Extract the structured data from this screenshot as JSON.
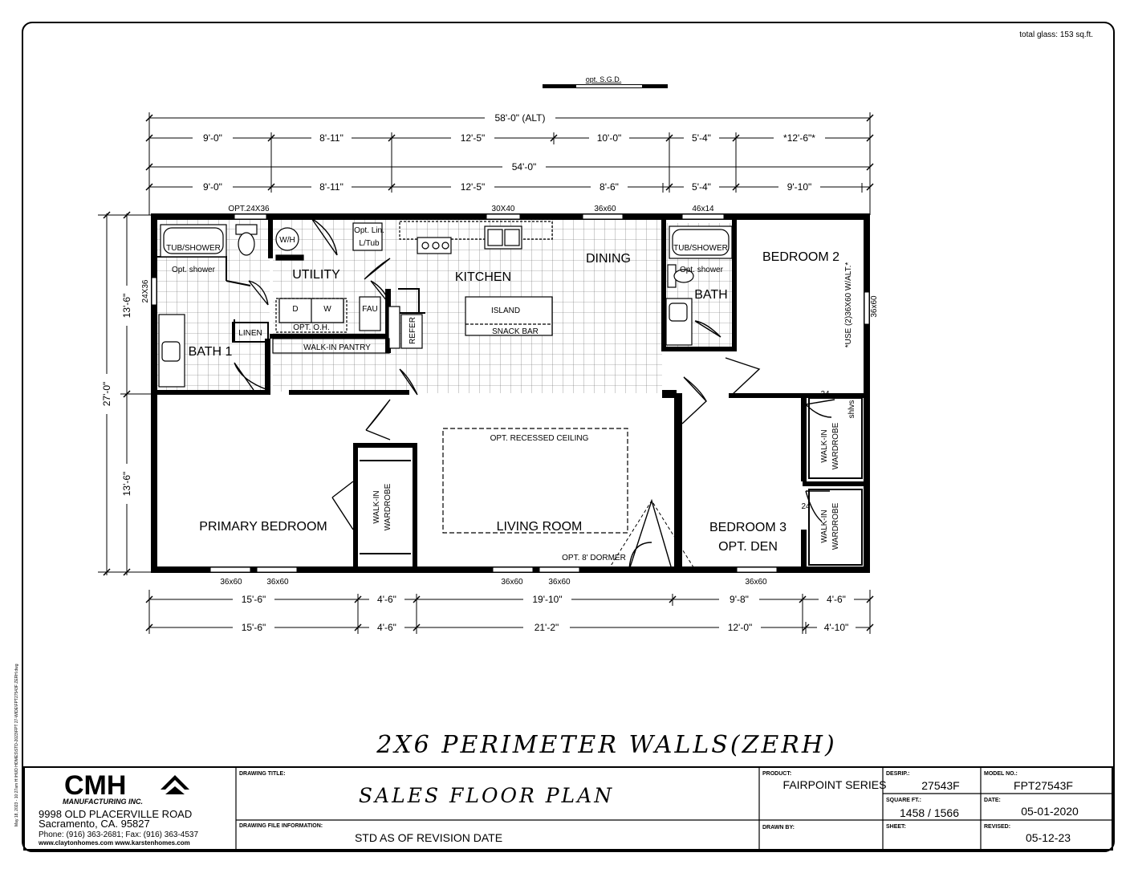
{
  "glass_note": "total glass: 153 sq.ft.",
  "opt_sgd": "opt. S.G.D.",
  "dimensions": {
    "top_overall_alt": "58'-0\" (ALT)",
    "top_row1": [
      "9'-0\"",
      "8'-11\"",
      "12'-5\"",
      "10'-0\"",
      "5'-4\"",
      "*12'-6\"*"
    ],
    "top_overall": "54'-0\"",
    "top_row2": [
      "9'-0\"",
      "8'-11\"",
      "12'-5\"",
      "8'-6\"",
      "5'-4\"",
      "9'-10\""
    ],
    "bottom_row1": [
      "15'-6\"",
      "4'-6\"",
      "19'-10\"",
      "9'-8\"",
      "4'-6\""
    ],
    "bottom_row2": [
      "15'-6\"",
      "4'-6\"",
      "21'-2\"",
      "12'-0\"",
      "4'-10\""
    ],
    "left_outer": "27'-0\"",
    "left_inner": [
      "13'-6\"",
      "13'-6\""
    ]
  },
  "windows": {
    "top": [
      "OPT.24X36",
      "30X40",
      "36x60",
      "46x14"
    ],
    "bottom": [
      "36x60",
      "36x60",
      "36x60",
      "36x60",
      "36x60"
    ],
    "left": "24X36",
    "right": "36x60"
  },
  "rooms": {
    "primary_bedroom": "PRIMARY BEDROOM",
    "living_room": "LIVING ROOM",
    "kitchen": "KITCHEN",
    "dining": "DINING",
    "utility": "UTILITY",
    "bath1": "BATH 1",
    "bath": "BATH",
    "bedroom2": "BEDROOM 2",
    "bedroom3_line1": "BEDROOM 3",
    "bedroom3_line2": "OPT. DEN"
  },
  "fixtures": {
    "tub_shower": "TUB/SHOWER",
    "opt_shower": "Opt. shower",
    "linen": "LINEN",
    "wh": "W/H",
    "opt_lin_1": "Opt. Lin.",
    "opt_lin_2": "L/Tub",
    "dryer": "D",
    "washer": "W",
    "opt_oh": "OPT. O.H.",
    "fau": "FAU",
    "refer": "REFER",
    "island": "ISLAND",
    "snack_bar": "SNACK BAR",
    "walk_in_pantry": "WALK-IN   PANTRY",
    "walk_in_wardrobe_1": "WALK-IN",
    "walk_in_wardrobe_2": "WARDROBE",
    "opt_recessed_ceiling": "OPT. RECESSED CEILING",
    "opt_dormer": "OPT. 8' DORMER",
    "use_alt": "*USE (2)36X60 W/ALT.*",
    "shlvs": "shlvs",
    "closet_24": "24"
  },
  "perimeter_note": "2X6 PERIMETER WALLS(ZERH)",
  "side_note": "May 18, 2023 - 10:27am  H:\\HUD HOMES\\STD-2023\\FPT 27-WIDE\\FPT27543F ZERH.dwg",
  "title_block": {
    "logo": "CMH",
    "logo_sub": "MANUFACTURING INC.",
    "address1": "9998 OLD PLACERVILLE ROAD",
    "address2": "Sacramento, CA. 95827",
    "phone": "Phone: (916) 363-2681; Fax: (916) 363-4537",
    "web": "www.claytonhomes.com  www.karstenhomes.com",
    "drawing_title_label": "DRAWING TITLE:",
    "drawing_title": "SALES FLOOR PLAN",
    "file_info_label": "DRAWING FILE INFORMATION:",
    "file_info": "STD AS OF REVISION DATE",
    "product_label": "PRODUCT:",
    "product": "FAIRPOINT SERIES",
    "drawn_by_label": "DRAWN BY:",
    "desrip_label": "DESRIP.:",
    "desrip": "27543F",
    "sqft_label": "SQUARE FT.:",
    "sqft": "1458 / 1566",
    "sheet_label": "SHEET:",
    "model_label": "MODEL NO.:",
    "model": "FPT27543F",
    "date_label": "DATE:",
    "date": "05-01-2020",
    "revised_label": "REVISED:",
    "revised": "05-12-23"
  }
}
